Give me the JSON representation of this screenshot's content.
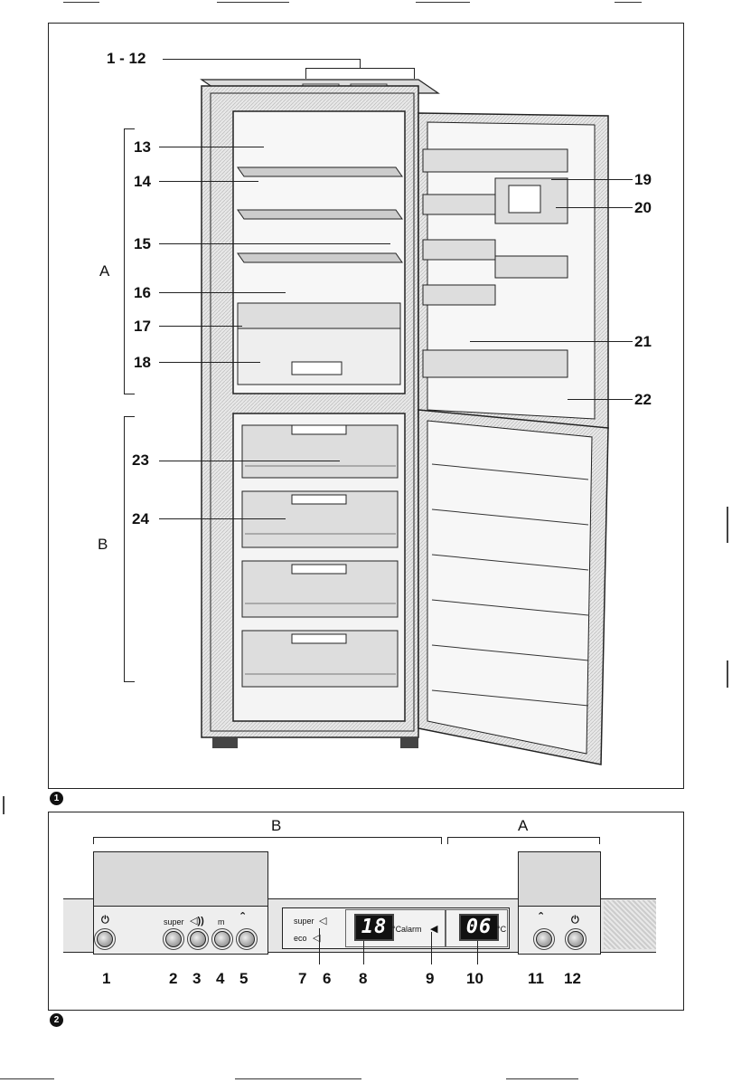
{
  "figure1": {
    "number": "1",
    "top_callout": "1 - 12",
    "group_a": "A",
    "group_b": "B",
    "left_callouts": [
      "13",
      "14",
      "15",
      "16",
      "17",
      "18",
      "23",
      "24"
    ],
    "right_callouts": [
      "19",
      "20",
      "21",
      "22"
    ]
  },
  "figure2": {
    "number": "2",
    "group_b": "B",
    "group_a": "A",
    "buttons_bottom": [
      "1",
      "2",
      "3",
      "4",
      "5",
      "7",
      "6",
      "8",
      "9",
      "10",
      "11",
      "12"
    ],
    "panel": {
      "super_label": "super",
      "m_label": "m",
      "display_super": "super",
      "display_eco": "eco",
      "alarm_label": "alarm",
      "display_left_value": "18",
      "display_right_value": "06",
      "unit": "°C"
    }
  },
  "colors": {
    "ink": "#111111",
    "panel_grey": "#d9d9d9",
    "display_bg": "#111111"
  }
}
